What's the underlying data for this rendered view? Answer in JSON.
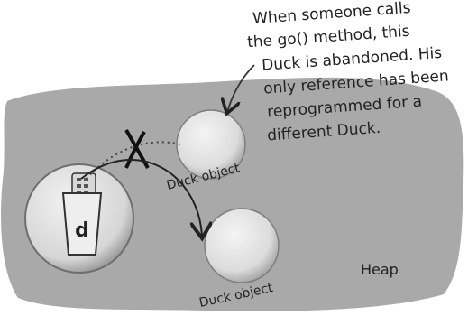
{
  "annotation": {
    "lines": [
      "When someone calls",
      "the go() method, this",
      "Duck is abandoned. His",
      "only reference has been",
      "reprogrammed for a",
      "different Duck."
    ]
  },
  "reference": {
    "label": "d"
  },
  "objects": [
    {
      "label": "Duck object"
    },
    {
      "label": "Duck object"
    }
  ],
  "heap_label": "Heap",
  "colors": {
    "heap": "#a9a9a9",
    "object_fill": "#e6e6e6",
    "ink": "#222222"
  }
}
